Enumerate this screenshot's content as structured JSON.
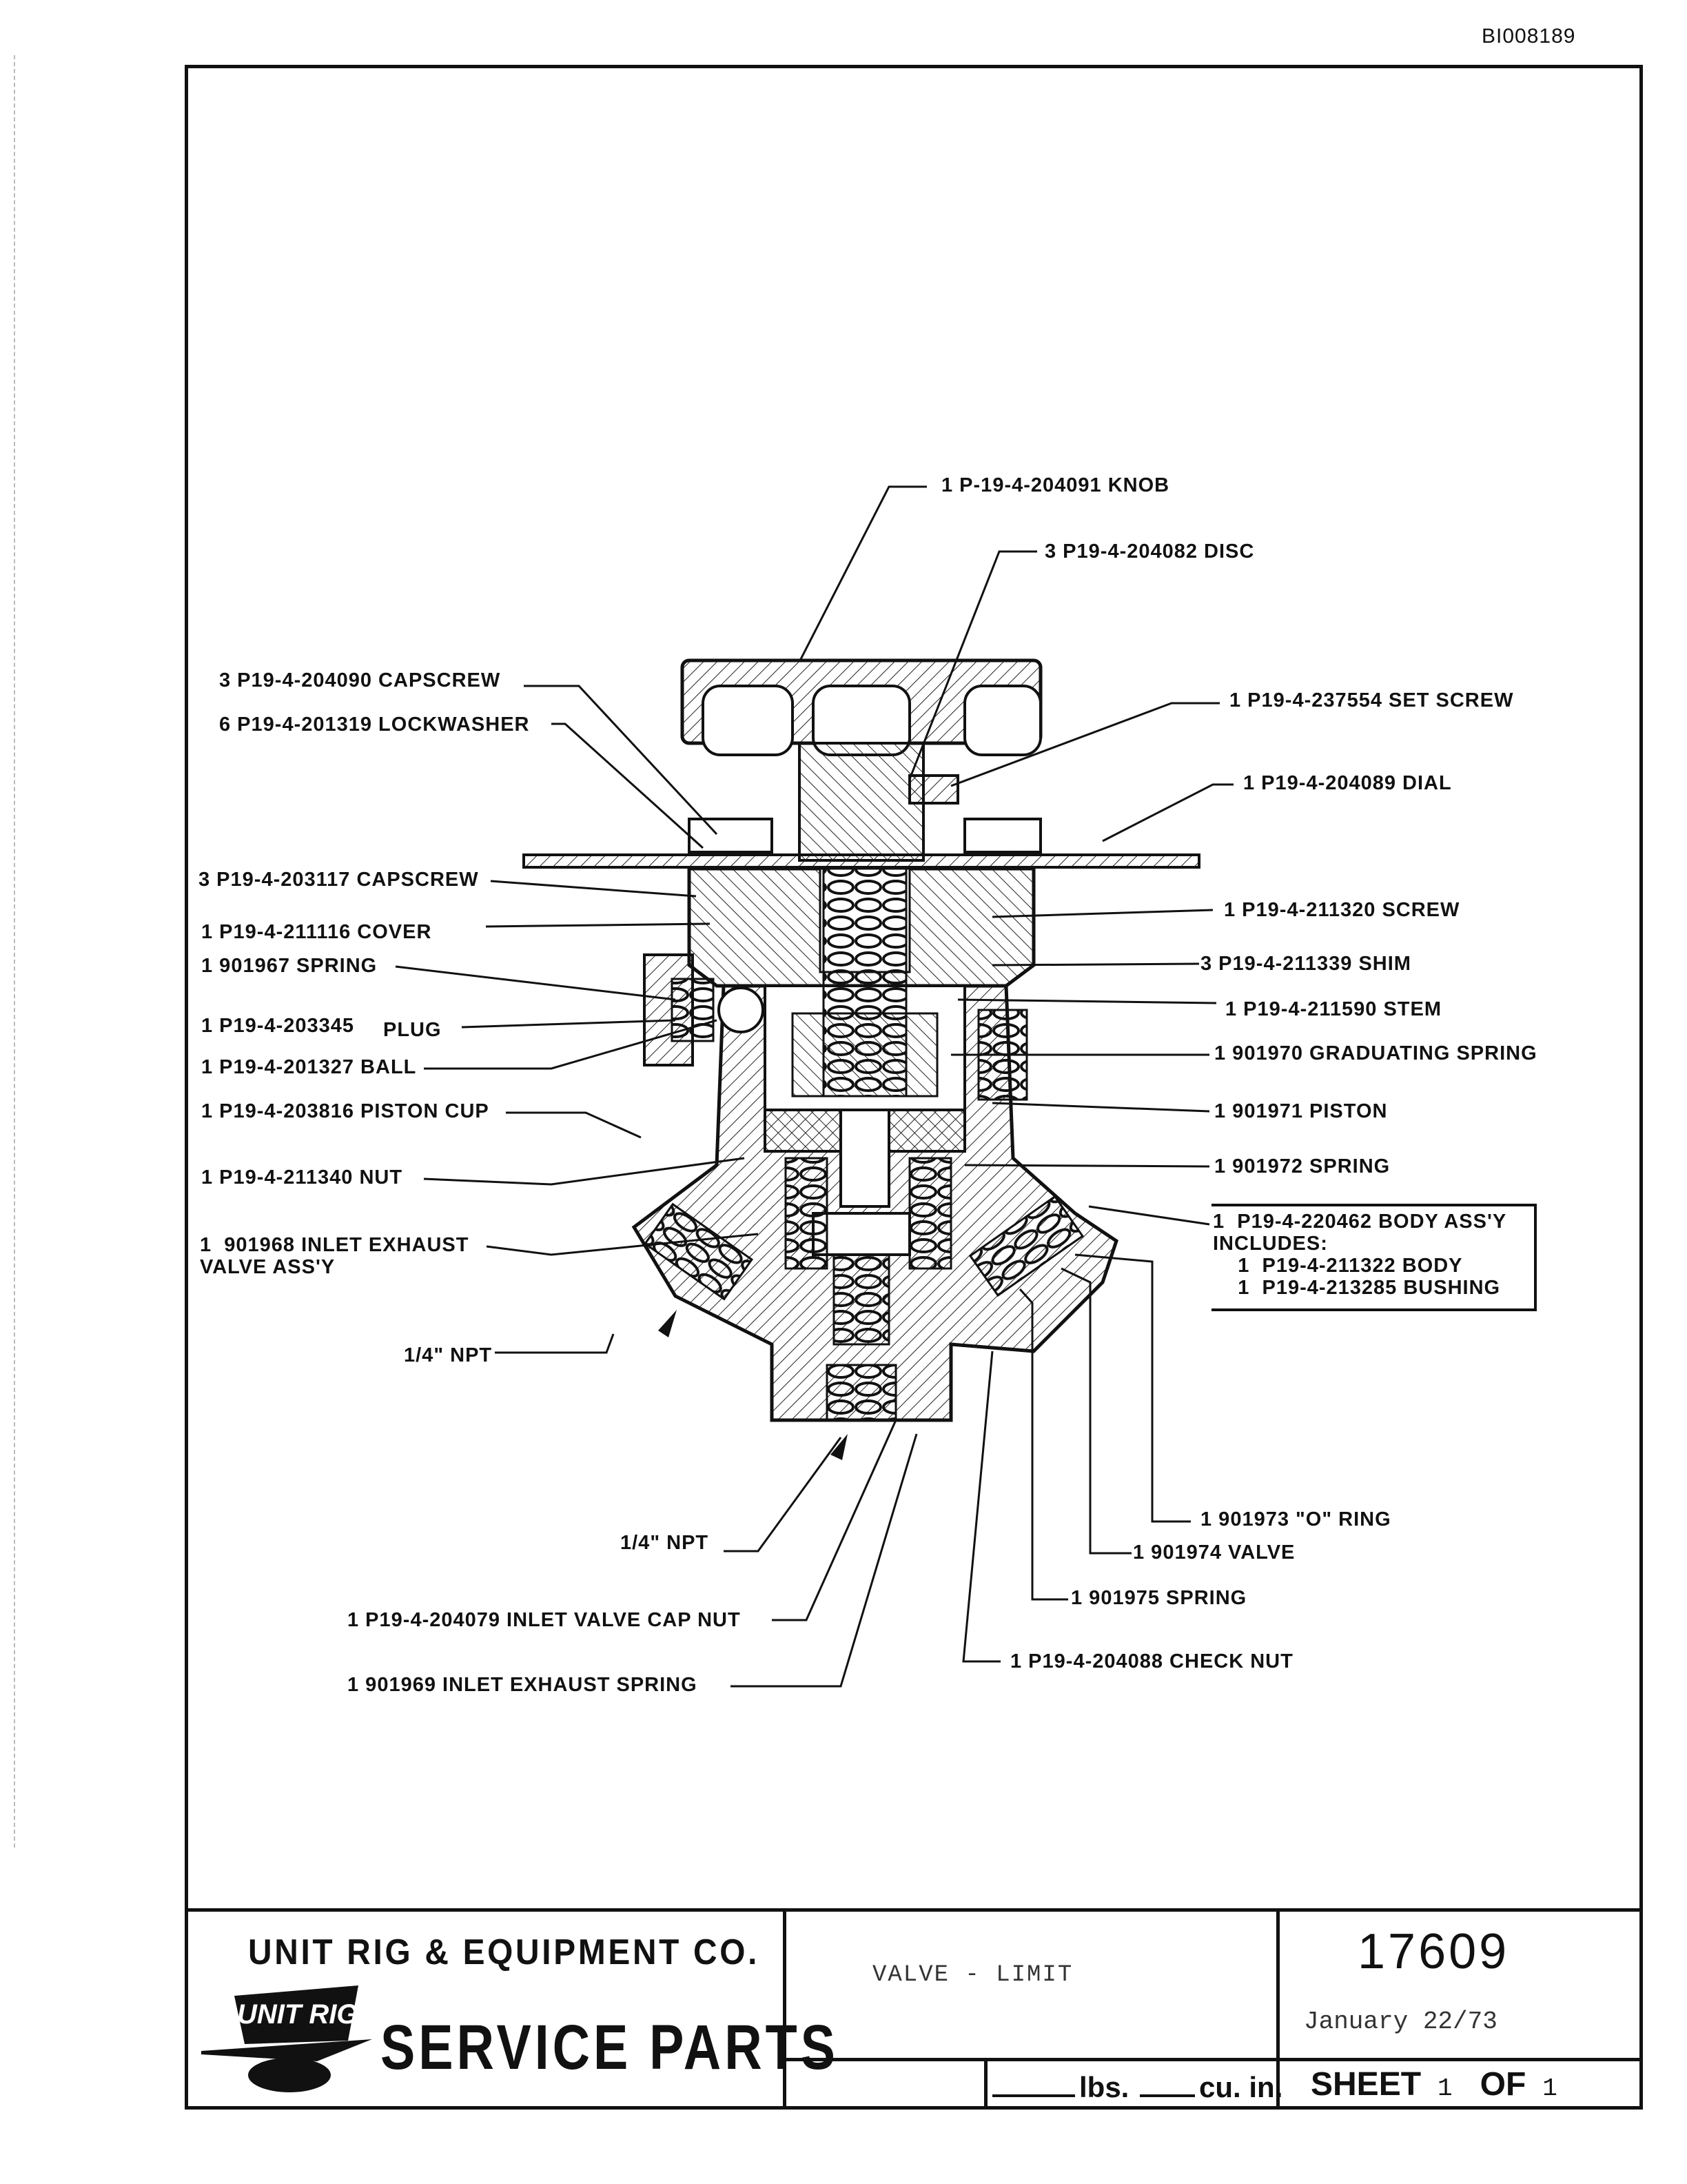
{
  "doc_id": "BI008189",
  "labels": {
    "knob": "1  P-19-4-204091 KNOB",
    "disc": "3  P19-4-204082 DISC",
    "capscrew_top": "3  P19-4-204090 CAPSCREW",
    "lockwasher": "6  P19-4-201319 LOCKWASHER",
    "set_screw": "1  P19-4-237554 SET SCREW",
    "dial": "1  P19-4-204089 DIAL",
    "capscrew_mid": "3  P19-4-203117 CAPSCREW",
    "cover": "1  P19-4-211116 COVER",
    "spring_901967": "1  901967 SPRING",
    "plug_part": "1  P19-4-203345",
    "plug_word": "PLUG",
    "ball": "1  P19-4-201327 BALL",
    "piston_cup": "1  P19-4-203816 PISTON CUP",
    "nut": "1  P19-4-211340 NUT",
    "inlet_exhaust_valve": "1  901968 INLET EXHAUST\nVALVE ASS'Y",
    "npt_left": "1/4\" NPT",
    "screw": "1  P19-4-211320 SCREW",
    "shim": "3  P19-4-211339 SHIM",
    "stem": "1  P19-4-211590 STEM",
    "graduating_spring": "1  901970 GRADUATING SPRING",
    "piston": "1  901971 PISTON",
    "spring_901972": "1  901972 SPRING",
    "body_assy": "1  P19-4-220462 BODY ASS'Y\nINCLUDES:\n    1  P19-4-211322 BODY\n    1  P19-4-213285 BUSHING",
    "npt_bottom": "1/4\" NPT",
    "o_ring": "1  901973 \"O\" RING",
    "valve": "1  901974 VALVE",
    "spring_901975": "1  901975 SPRING",
    "check_nut": "1  P19-4-204088 CHECK NUT",
    "inlet_valve_cap_nut": "1  P19-4-204079 INLET VALVE CAP NUT",
    "inlet_exhaust_spring": "1  901969 INLET EXHAUST SPRING"
  },
  "title_block": {
    "company": "UNIT RIG & EQUIPMENT CO.",
    "logo_text": "UNIT RIG",
    "service_parts": "SERVICE PARTS",
    "description": "VALVE - LIMIT",
    "part_number": "17609",
    "date": "January 22/73",
    "lbs": "lbs.",
    "cu_in": "cu. in.",
    "sheet_label": "SHEET",
    "sheet_num": "1",
    "of_label": "OF",
    "of_num": "1"
  }
}
